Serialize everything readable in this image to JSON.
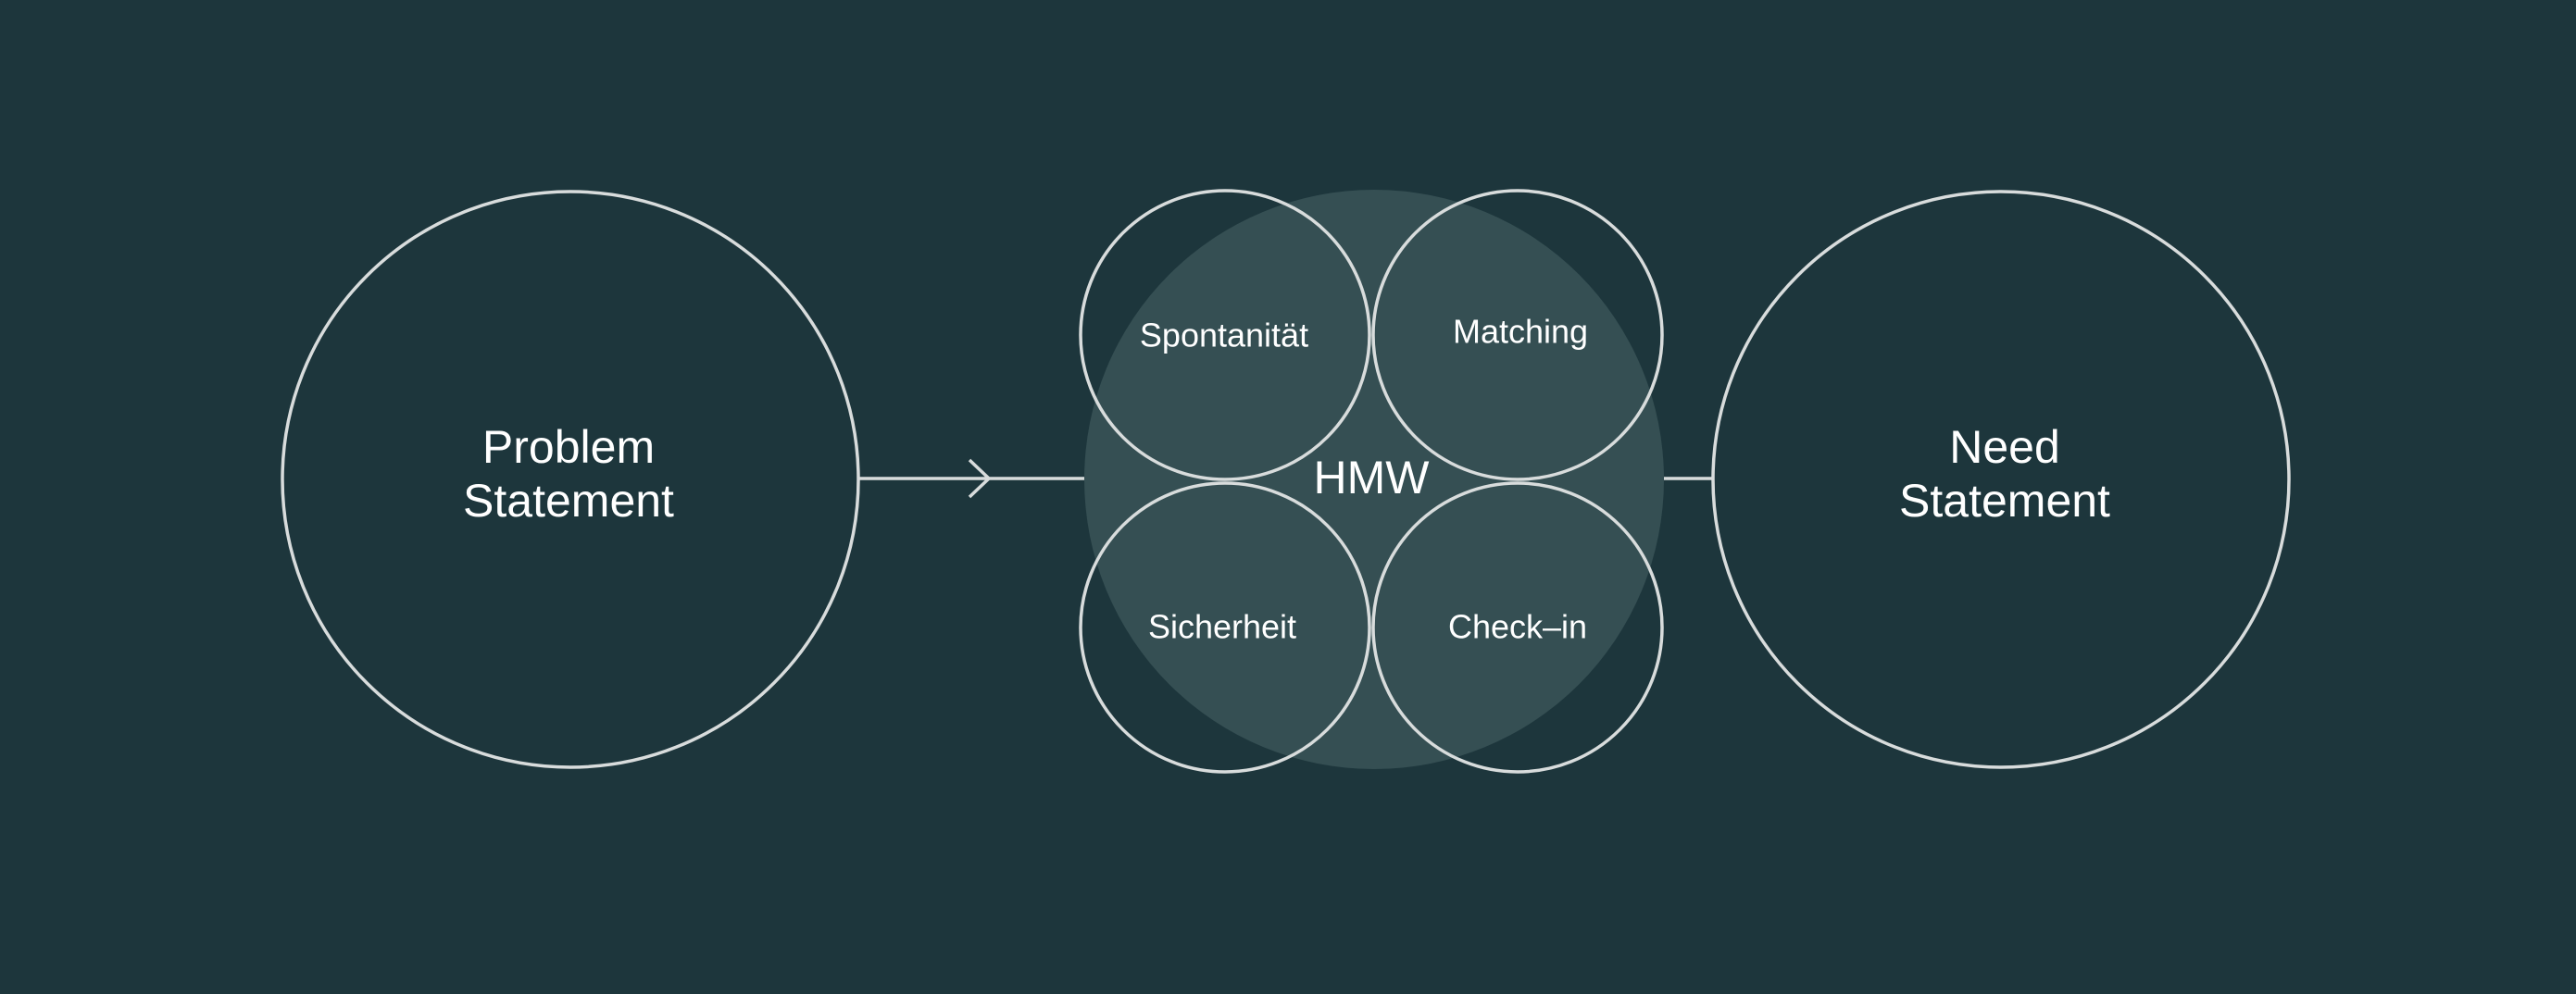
{
  "diagram": {
    "left_node": {
      "line1": "Problem",
      "line2": "Statement"
    },
    "center_node": {
      "label": "HMW",
      "fill_color": "#354f53",
      "subtopics": [
        {
          "label": "Spontanität"
        },
        {
          "label": "Matching"
        },
        {
          "label": "Sicherheit"
        },
        {
          "label": "Check–in"
        }
      ]
    },
    "right_node": {
      "line1": "Need",
      "line2": "Statement"
    }
  },
  "colors": {
    "background": "#1d363c",
    "stroke": "#d8dcdc",
    "text": "#ffffff"
  }
}
